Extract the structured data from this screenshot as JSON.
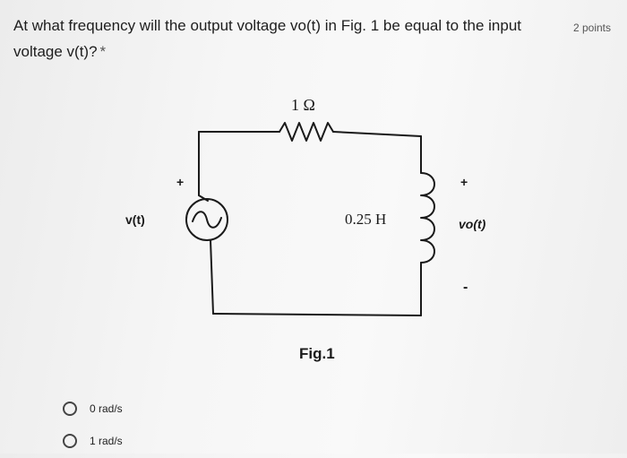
{
  "question": {
    "text": "At what frequency will the output voltage vo(t) in Fig. 1 be equal to the input voltage v(t)?",
    "required_mark": "*",
    "points": "2 points"
  },
  "figure": {
    "resistor_label": "1 Ω",
    "inductor_label": "0.25 H",
    "source_label": "v(t)",
    "output_label": "vo(t)",
    "source_plus": "+",
    "output_plus": "+",
    "output_minus": "-",
    "caption": "Fig.1"
  },
  "options": [
    {
      "label": "0 rad/s"
    },
    {
      "label": "1 rad/s"
    }
  ]
}
